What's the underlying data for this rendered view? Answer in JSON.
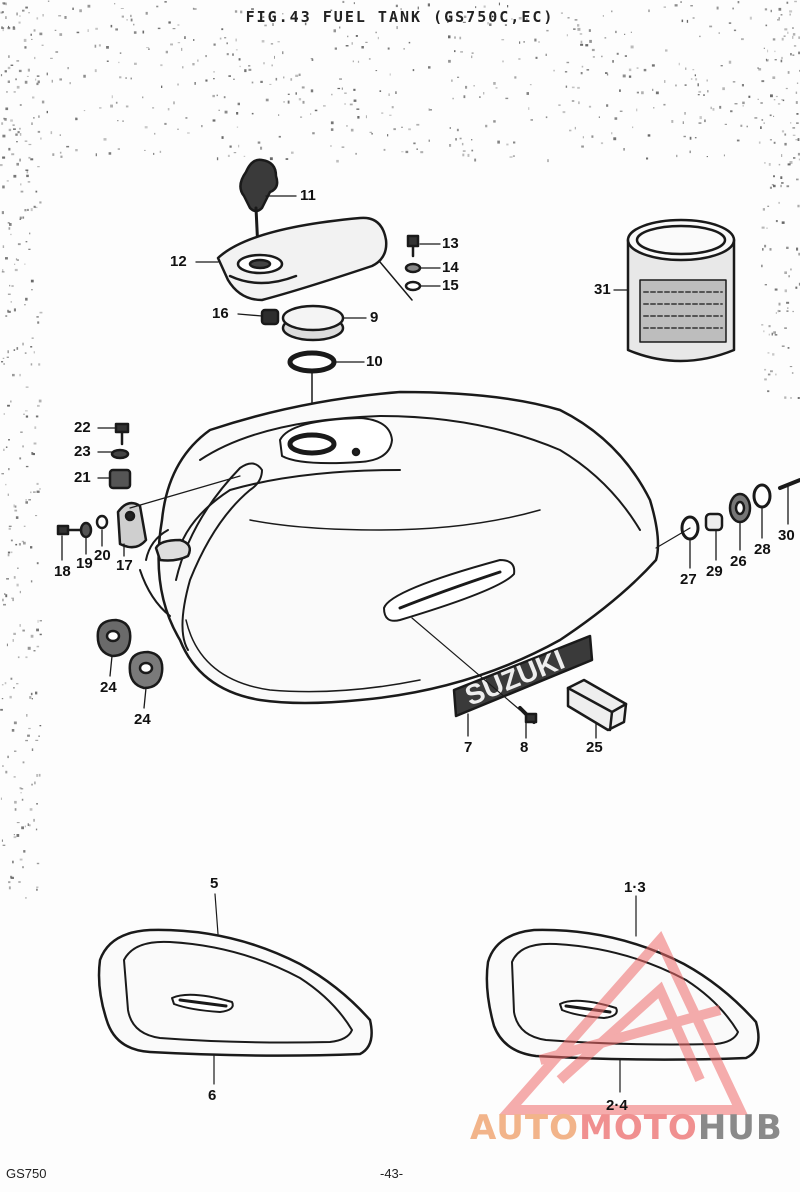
{
  "title": "FIG.43  FUEL TANK (GS750C,EC)",
  "footer": {
    "model": "GS750",
    "page": "-43-"
  },
  "tank_emblem": "SUZUKI",
  "watermark": {
    "part1": "AUTO",
    "part2": "MOTO",
    "part3": "HUB"
  },
  "callouts": {
    "c11": "11",
    "c12": "12",
    "c13": "13",
    "c14": "14",
    "c15": "15",
    "c16": "16",
    "c9": "9",
    "c10": "10",
    "c31": "31",
    "c22": "22",
    "c23": "23",
    "c21": "21",
    "c18": "18",
    "c19": "19",
    "c20": "20",
    "c17": "17",
    "c27": "27",
    "c29": "29",
    "c26": "26",
    "c28": "28",
    "c30": "30",
    "c24a": "24",
    "c24b": "24",
    "c7": "7",
    "c8": "8",
    "c25": "25",
    "c5": "5",
    "c6": "6",
    "c13b": "1·3",
    "c24c": "2·4"
  }
}
